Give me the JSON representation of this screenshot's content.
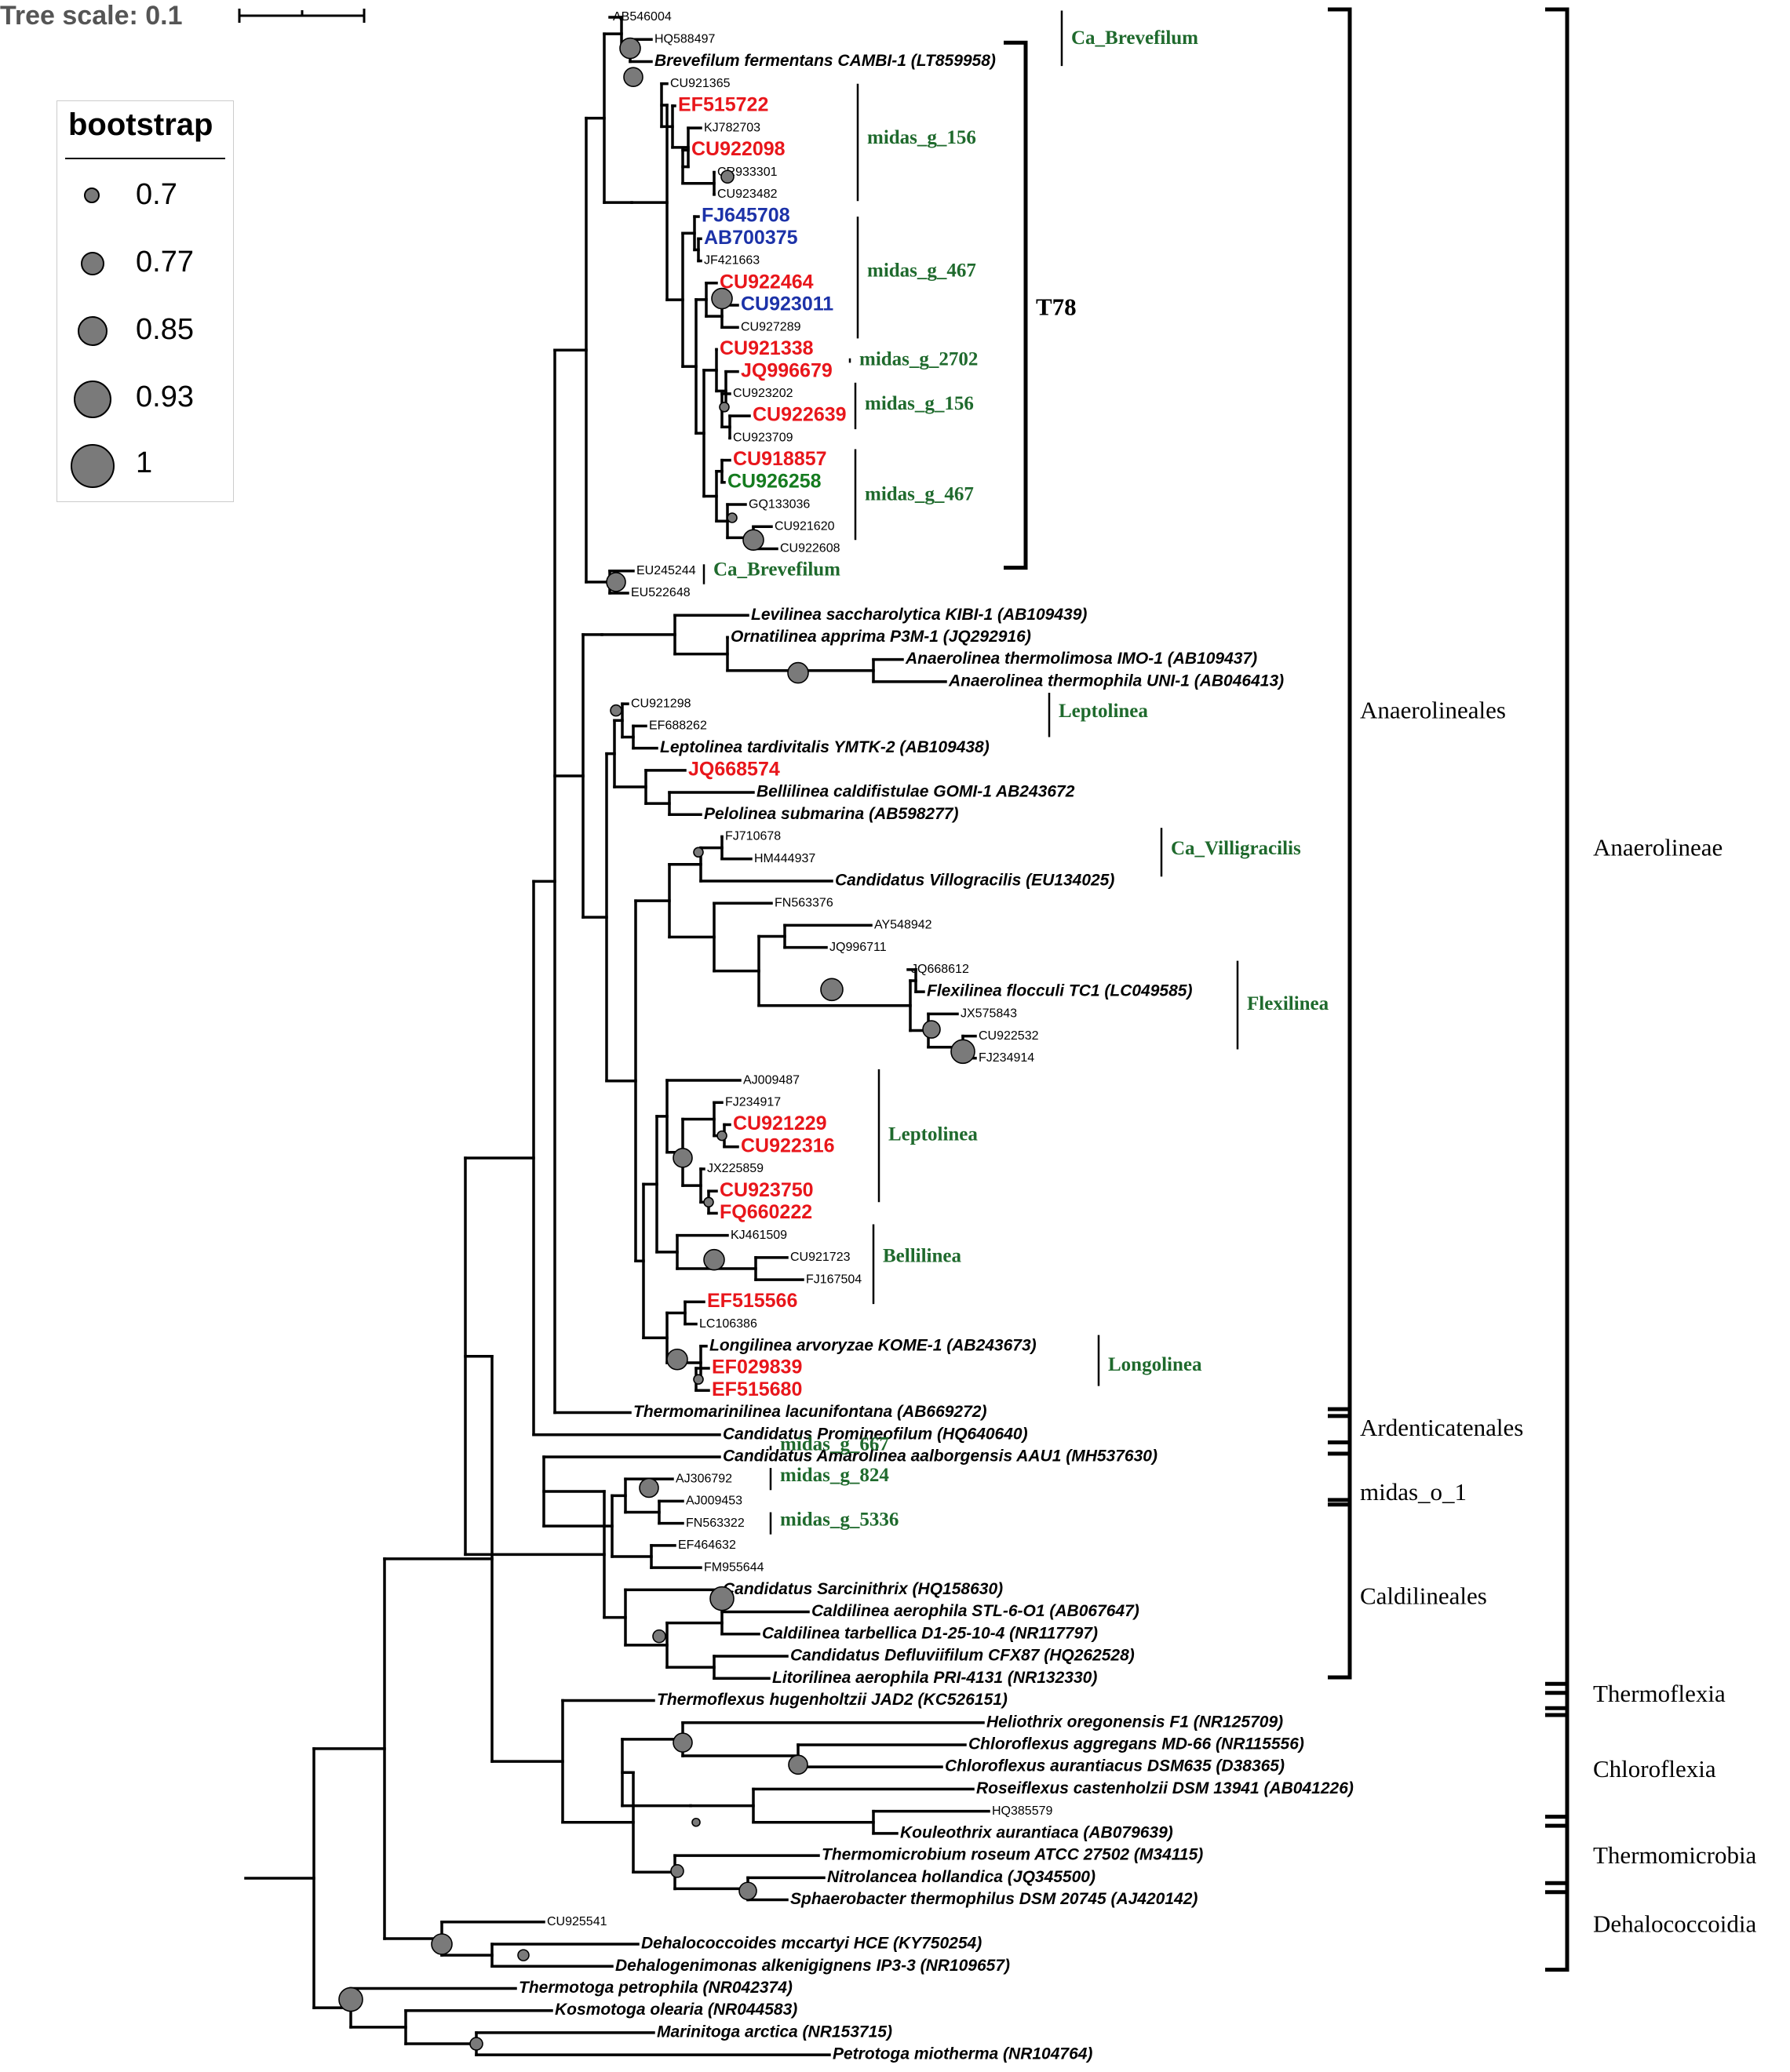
{
  "scale": {
    "label": "Tree scale: 0.1"
  },
  "legend": {
    "title": "bootstrap",
    "items": [
      {
        "label": "0.7"
      },
      {
        "label": "0.77"
      },
      {
        "label": "0.85"
      },
      {
        "label": "0.93"
      },
      {
        "label": "1"
      }
    ]
  },
  "colors": {
    "red": "#e8161b",
    "blue": "#1c32a8",
    "green": "#157b1f",
    "group_green": "#1f6a2d",
    "node": "#7a7a7a"
  },
  "leaves": [
    {
      "id": "AB546004",
      "text": "AB546004",
      "style": "acc"
    },
    {
      "id": "HQ588497",
      "text": "HQ588497",
      "style": "acc"
    },
    {
      "id": "LT859958",
      "text": "Brevefilum fermentans CAMBI-1 (LT859958)",
      "style": "sp"
    },
    {
      "id": "CU921365",
      "text": "CU921365",
      "style": "acc"
    },
    {
      "id": "EF515722",
      "text": "EF515722",
      "style": "red"
    },
    {
      "id": "KJ782703",
      "text": "KJ782703",
      "style": "acc"
    },
    {
      "id": "CU922098",
      "text": "CU922098",
      "style": "red"
    },
    {
      "id": "CR933301",
      "text": "CR933301",
      "style": "acc"
    },
    {
      "id": "CU923482",
      "text": "CU923482",
      "style": "acc"
    },
    {
      "id": "FJ645708",
      "text": "FJ645708",
      "style": "blue"
    },
    {
      "id": "AB700375",
      "text": "AB700375",
      "style": "blue"
    },
    {
      "id": "JF421663",
      "text": "JF421663",
      "style": "acc"
    },
    {
      "id": "CU922464",
      "text": "CU922464",
      "style": "red"
    },
    {
      "id": "CU923011",
      "text": "CU923011",
      "style": "blue"
    },
    {
      "id": "CU927289",
      "text": "CU927289",
      "style": "acc"
    },
    {
      "id": "CU921338",
      "text": "CU921338",
      "style": "red"
    },
    {
      "id": "JQ996679",
      "text": "JQ996679",
      "style": "red"
    },
    {
      "id": "CU923202",
      "text": "CU923202",
      "style": "acc"
    },
    {
      "id": "CU922639",
      "text": "CU922639",
      "style": "red"
    },
    {
      "id": "CU923709",
      "text": "CU923709",
      "style": "acc"
    },
    {
      "id": "CU918857",
      "text": "CU918857",
      "style": "red"
    },
    {
      "id": "CU926258",
      "text": "CU926258",
      "style": "green"
    },
    {
      "id": "GQ133036",
      "text": "GQ133036",
      "style": "acc"
    },
    {
      "id": "CU921620",
      "text": "CU921620",
      "style": "acc"
    },
    {
      "id": "CU922608",
      "text": "CU922608",
      "style": "acc"
    },
    {
      "id": "EU245244",
      "text": "EU245244",
      "style": "acc"
    },
    {
      "id": "EU522648",
      "text": "EU522648",
      "style": "acc"
    },
    {
      "id": "AB109439",
      "text": "Levilinea saccharolytica KIBI-1 (AB109439)",
      "style": "sp"
    },
    {
      "id": "JQ292916",
      "text": "Ornatilinea apprima P3M-1 (JQ292916)",
      "style": "sp"
    },
    {
      "id": "AB109437",
      "text": "Anaerolinea thermolimosa IMO-1 (AB109437)",
      "style": "sp"
    },
    {
      "id": "AB046413",
      "text": "Anaerolinea thermophila UNI-1 (AB046413)",
      "style": "sp"
    },
    {
      "id": "CU921298",
      "text": "CU921298",
      "style": "acc"
    },
    {
      "id": "EF688262",
      "text": "EF688262",
      "style": "acc"
    },
    {
      "id": "AB109438",
      "text": "Leptolinea tardivitalis YMTK-2 (AB109438)",
      "style": "sp"
    },
    {
      "id": "JQ668574",
      "text": "JQ668574",
      "style": "red"
    },
    {
      "id": "AB243672",
      "text": "Bellilinea caldifistulae GOMI-1 AB243672",
      "style": "sp"
    },
    {
      "id": "AB598277",
      "text": "Pelolinea submarina (AB598277)",
      "style": "sp"
    },
    {
      "id": "FJ710678",
      "text": "FJ710678",
      "style": "acc"
    },
    {
      "id": "HM444937",
      "text": "HM444937",
      "style": "acc"
    },
    {
      "id": "EU134025",
      "text": "Candidatus Villogracilis (EU134025)",
      "style": "sp"
    },
    {
      "id": "FN563376",
      "text": "FN563376",
      "style": "acc"
    },
    {
      "id": "AY548942",
      "text": "AY548942",
      "style": "acc"
    },
    {
      "id": "JQ996711",
      "text": "JQ996711",
      "style": "acc"
    },
    {
      "id": "JQ668612",
      "text": "JQ668612",
      "style": "acc"
    },
    {
      "id": "LC049585",
      "text": "Flexilinea flocculi TC1 (LC049585)",
      "style": "sp"
    },
    {
      "id": "JX575843",
      "text": "JX575843",
      "style": "acc"
    },
    {
      "id": "CU922532",
      "text": "CU922532",
      "style": "acc"
    },
    {
      "id": "FJ234914",
      "text": "FJ234914",
      "style": "acc"
    },
    {
      "id": "AJ009487",
      "text": "AJ009487",
      "style": "acc"
    },
    {
      "id": "FJ234917",
      "text": "FJ234917",
      "style": "acc"
    },
    {
      "id": "CU921229",
      "text": "CU921229",
      "style": "red"
    },
    {
      "id": "CU922316",
      "text": "CU922316",
      "style": "red"
    },
    {
      "id": "JX225859",
      "text": "JX225859",
      "style": "acc"
    },
    {
      "id": "CU923750",
      "text": "CU923750",
      "style": "red"
    },
    {
      "id": "FQ660222",
      "text": "FQ660222",
      "style": "red"
    },
    {
      "id": "KJ461509",
      "text": "KJ461509",
      "style": "acc"
    },
    {
      "id": "CU921723",
      "text": "CU921723",
      "style": "acc"
    },
    {
      "id": "FJ167504",
      "text": "FJ167504",
      "style": "acc"
    },
    {
      "id": "EF515566",
      "text": "EF515566",
      "style": "red"
    },
    {
      "id": "LC106386",
      "text": "LC106386",
      "style": "acc"
    },
    {
      "id": "AB243673",
      "text": "Longilinea arvoryzae KOME-1 (AB243673)",
      "style": "sp"
    },
    {
      "id": "EF029839",
      "text": "EF029839",
      "style": "red"
    },
    {
      "id": "EF515680",
      "text": "EF515680",
      "style": "red"
    },
    {
      "id": "AB669272",
      "text": "Thermomarinilinea lacunifontana (AB669272)",
      "style": "sp"
    },
    {
      "id": "HQ640640",
      "text": "Candidatus Promineofilum (HQ640640)",
      "style": "sp"
    },
    {
      "id": "MH537630",
      "text": "Candidatus Amarolinea aalborgensis AAU1 (MH537630)",
      "style": "sp"
    },
    {
      "id": "AJ306792",
      "text": "AJ306792",
      "style": "acc"
    },
    {
      "id": "AJ009453",
      "text": "AJ009453",
      "style": "acc"
    },
    {
      "id": "FN563322",
      "text": "FN563322",
      "style": "acc"
    },
    {
      "id": "EF464632",
      "text": "EF464632",
      "style": "acc"
    },
    {
      "id": "FM955644",
      "text": "FM955644",
      "style": "acc"
    },
    {
      "id": "HQ158630",
      "text": "Candidatus Sarcinithrix (HQ158630)",
      "style": "sp"
    },
    {
      "id": "AB067647",
      "text": "Caldilinea aerophila STL-6-O1 (AB067647)",
      "style": "sp"
    },
    {
      "id": "NR117797",
      "text": "Caldilinea tarbellica D1-25-10-4 (NR117797)",
      "style": "sp"
    },
    {
      "id": "HQ262528",
      "text": "Candidatus Defluviifilum CFX87 (HQ262528)",
      "style": "sp"
    },
    {
      "id": "NR132330",
      "text": "Litorilinea aerophila PRI-4131 (NR132330)",
      "style": "sp"
    },
    {
      "id": "KC526151",
      "text": "Thermoflexus hugenholtzii JAD2 (KC526151)",
      "style": "sp"
    },
    {
      "id": "NR125709",
      "text": "Heliothrix oregonensis F1 (NR125709)",
      "style": "sp"
    },
    {
      "id": "NR115556",
      "text": "Chloroflexus aggregans MD-66 (NR115556)",
      "style": "sp"
    },
    {
      "id": "D38365",
      "text": "Chloroflexus aurantiacus DSM635 (D38365)",
      "style": "sp"
    },
    {
      "id": "AB041226",
      "text": "Roseiflexus castenholzii DSM 13941 (AB041226)",
      "style": "sp"
    },
    {
      "id": "HQ385579",
      "text": "HQ385579",
      "style": "acc"
    },
    {
      "id": "AB079639",
      "text": "Kouleothrix aurantiaca (AB079639)",
      "style": "sp"
    },
    {
      "id": "M34115",
      "text": "Thermomicrobium roseum ATCC 27502 (M34115)",
      "style": "sp"
    },
    {
      "id": "JQ345500",
      "text": "Nitrolancea hollandica (JQ345500)",
      "style": "sp"
    },
    {
      "id": "AJ420142",
      "text": "Sphaerobacter thermophilus DSM 20745 (AJ420142)",
      "style": "sp"
    },
    {
      "id": "CU925541",
      "text": "CU925541",
      "style": "acc"
    },
    {
      "id": "KY750254",
      "text": "Dehalococcoides mccartyi HCE (KY750254)",
      "style": "sp"
    },
    {
      "id": "NR109657",
      "text": "Dehalogenimonas alkenigignens IP3-3 (NR109657)",
      "style": "sp"
    },
    {
      "id": "NR042374",
      "text": "Thermotoga petrophila (NR042374)",
      "style": "sp"
    },
    {
      "id": "NR044583",
      "text": "Kosmotoga olearia (NR044583)",
      "style": "sp"
    },
    {
      "id": "NR153715",
      "text": "Marinitoga arctica (NR153715)",
      "style": "sp"
    },
    {
      "id": "NR104764",
      "text": "Petrotoga miotherma (NR104764)",
      "style": "sp"
    }
  ],
  "genus_groups": [
    {
      "id": "g1",
      "label": "Ca_Brevefilum"
    },
    {
      "id": "g2",
      "label": "midas_g_156"
    },
    {
      "id": "g3",
      "label": "midas_g_467"
    },
    {
      "id": "g4",
      "label": "midas_g_2702"
    },
    {
      "id": "g5",
      "label": "midas_g_156"
    },
    {
      "id": "g6",
      "label": "midas_g_467"
    },
    {
      "id": "g7",
      "label": "Ca_Brevefilum"
    },
    {
      "id": "g8",
      "label": "Leptolinea"
    },
    {
      "id": "g9",
      "label": "Ca_Villigracilis"
    },
    {
      "id": "g10",
      "label": "Flexilinea"
    },
    {
      "id": "g11",
      "label": "Leptolinea"
    },
    {
      "id": "g12",
      "label": "Bellilinea"
    },
    {
      "id": "g13",
      "label": "Longolinea"
    },
    {
      "id": "g14",
      "label": "midas_g_667"
    },
    {
      "id": "g15",
      "label": "midas_g_824"
    },
    {
      "id": "g16",
      "label": "midas_g_5336"
    }
  ],
  "clade_labels": [
    {
      "id": "t78",
      "label": "T78"
    },
    {
      "id": "anaerolineales",
      "label": "Anaerolineales"
    },
    {
      "id": "ardenticatenales",
      "label": "Ardenticatenales"
    },
    {
      "id": "midas_o_1",
      "label": "midas_o_1"
    },
    {
      "id": "caldilineales",
      "label": "Caldilineales"
    },
    {
      "id": "anaerolineae",
      "label": "Anaerolineae"
    },
    {
      "id": "thermoflexia",
      "label": "Thermoflexia"
    },
    {
      "id": "chloroflexia",
      "label": "Chloroflexia"
    },
    {
      "id": "thermomicrobia",
      "label": "Thermomicrobia"
    },
    {
      "id": "dehalococcoidia",
      "label": "Dehalococcoidia"
    }
  ]
}
